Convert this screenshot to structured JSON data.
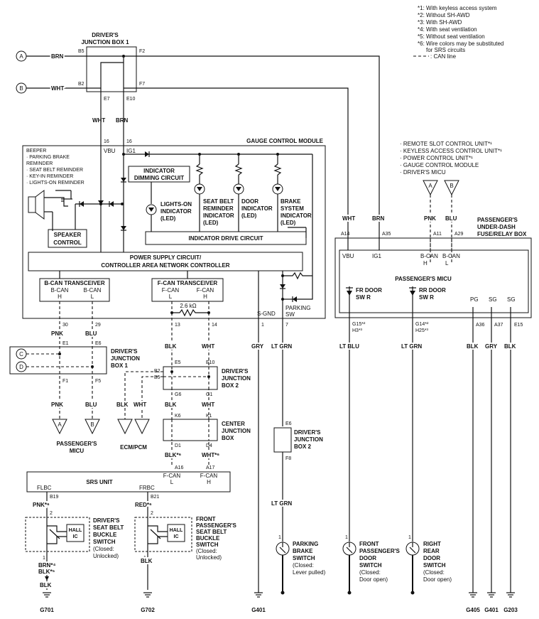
{
  "notes": [
    "*1: With keyless access system",
    "*2: Without SH-AWD",
    "*3: With SH-AWD",
    "*4: With seat ventilation",
    "*5: Without seat ventilation",
    "*6: Wire colors may be substituted",
    "for SRS circuits",
    ": CAN line"
  ],
  "connectors": {
    "a": "A",
    "b": "B",
    "c": "C",
    "d": "D"
  },
  "wire_colors": {
    "brn": "BRN",
    "wht": "WHT",
    "pnk": "PNK",
    "blu": "BLU",
    "blk": "BLK",
    "gry": "GRY",
    "lt_grn": "LT GRN",
    "lt_blu": "LT BLU"
  },
  "djb1": {
    "title": [
      "DRIVER'S",
      "JUNCTION BOX 1"
    ],
    "pins": {
      "b5": "B5",
      "f2": "F2",
      "b2": "B2",
      "f7": "F7",
      "e7": "E7",
      "e10": "E10"
    }
  },
  "gcm": {
    "title": "GAUGE CONTROL MODULE",
    "pins": {
      "p16a": "16",
      "p16b": "16",
      "vbu": "VBU",
      "ig1": "IG1",
      "p30": "30",
      "p29": "29",
      "p13": "13",
      "p14": "14",
      "p1": "1",
      "p7": "7",
      "sgnd": "S-GND"
    },
    "beeper": [
      "BEEPER",
      "· PARKING BRAKE",
      "REMINDER",
      "· SEAT BELT REMINDER",
      "· KEY-IN REMINDER",
      "· LIGHTS-ON REMINDER"
    ],
    "speaker_control": [
      "SPEAKER",
      "CONTROL"
    ],
    "dimming": [
      "INDICATOR",
      "DIMMING CIRCUIT"
    ],
    "lights_on": [
      "LIGHTS-ON",
      "INDICATOR",
      "(LED)"
    ],
    "seat_belt": [
      "SEAT BELT",
      "REMINDER",
      "INDICATOR",
      "(LED)"
    ],
    "door": [
      "DOOR",
      "INDICATOR",
      "(LED)"
    ],
    "brake": [
      "BRAKE",
      "SYSTEM",
      "INDICATOR",
      "(LED)"
    ],
    "drive_circuit": "INDICATOR DRIVE CIRCUIT",
    "power_supply": [
      "POWER SUPPLY CIRCUIT/",
      "CONTROLLER AREA NETWORK CONTROLLER"
    ],
    "bcan_title": "B-CAN TRANSCEIVER",
    "bcan_h": [
      "B-CAN",
      "H"
    ],
    "bcan_l": [
      "B-CAN",
      "L"
    ],
    "fcan_title": "F-CAN TRANSCEIVER",
    "fcan_l": [
      "F-CAN",
      "L"
    ],
    "fcan_h": [
      "F-CAN",
      "H"
    ],
    "resistor": "2.6 kΩ",
    "parking_sw": [
      "PARKING",
      "SW"
    ]
  },
  "djb1_lower": {
    "title": [
      "DRIVER'S",
      "JUNCTION",
      "BOX 1"
    ],
    "pins": {
      "e1": "E1",
      "e6": "E6",
      "f1": "F1",
      "f5": "F5"
    }
  },
  "passengers_micu_ref": [
    "PASSENGER'S",
    "MICU"
  ],
  "ecm_pcm": "ECM/PCM",
  "djb2": {
    "title": [
      "DRIVER'S",
      "JUNCTION",
      "BOX 2"
    ],
    "pins": {
      "e5": "E5",
      "e10": "E10",
      "b2": "B2",
      "b5": "B5",
      "g6": "G6",
      "g1": "G1"
    }
  },
  "cjb": {
    "title": [
      "CENTER",
      "JUNCTION",
      "BOX"
    ],
    "pins": {
      "k6": "K6",
      "k1": "K1",
      "d1": "D1",
      "d4": "D4"
    }
  },
  "blk6": "BLK*⁶",
  "wht6": "WHT*⁶",
  "srs": {
    "title": "SRS UNIT",
    "pins": {
      "a16": "A16",
      "a17": "A17",
      "flbc": "FLBC",
      "frbc": "FRBC",
      "b19": "B19",
      "b21": "B21"
    },
    "fcan_l": [
      "F-CAN",
      "L"
    ],
    "fcan_h": [
      "F-CAN",
      "H"
    ]
  },
  "djb2_parking": {
    "title": [
      "DRIVER'S",
      "JUNCTION",
      "BOX 2"
    ],
    "pins": {
      "e6": "E6",
      "f8": "F8"
    }
  },
  "driver_buckle": {
    "wire_top": "PNK*⁶",
    "pin2": "2",
    "pin1": "1",
    "hall": [
      "HALL",
      "IC"
    ],
    "label": [
      "DRIVER'S",
      "SEAT BELT",
      "BUCKLE",
      "SWITCH",
      "(Closed:",
      "Unlocked)"
    ],
    "wire_bottom": [
      "BRN*⁴",
      "BLK*⁵"
    ],
    "ground_wire": "BLK",
    "ground": "G701"
  },
  "pass_buckle": {
    "wire_top": "RED*⁶",
    "pin2": "2",
    "pin1": "1",
    "hall": [
      "HALL",
      "IC"
    ],
    "label": [
      "FRONT",
      "PASSENGER'S",
      "SEAT BELT",
      "BUCKLE",
      "SWITCH",
      "(Closed:",
      "Unlocked)"
    ],
    "ground_wire": "BLK",
    "ground": "G702"
  },
  "gcm_ground": "G401",
  "parking_brake_switch": {
    "pin": "1",
    "label": [
      "PARKING",
      "BRAKE",
      "SWITCH",
      "(Closed:",
      "Lever pulled)"
    ]
  },
  "pudfrb": {
    "title": [
      "PASSENGER'S",
      "UNDER-DASH",
      "FUSE/RELAY BOX"
    ],
    "micu": "PASSENGER'S MICU",
    "pins": {
      "a14": "A14",
      "a35": "A35",
      "a11": "A11",
      "a29": "A29",
      "vbu": "VBU",
      "ig1": "IG1",
      "a36": "A36",
      "a37": "A37",
      "e15": "E15",
      "pg": "PG",
      "sg1": "SG",
      "sg2": "SG",
      "g15": "G15*²",
      "h3": "H3*³",
      "g14": "G14*²",
      "h25": "H25*³"
    },
    "bcan_h": [
      "B-CAN",
      "H"
    ],
    "bcan_l": [
      "B-CAN",
      "L"
    ],
    "fr_door": [
      "FR DOOR",
      "SW R"
    ],
    "rr_door": [
      "RR DOOR",
      "SW R"
    ]
  },
  "can_units": [
    "· REMOTE SLOT CONTROL UNIT*¹",
    "· KEYLESS ACCESS CONTROL UNIT*¹",
    "· POWER CONTROL UNIT*¹",
    "· GAUGE CONTROL MODULE",
    "· DRIVER'S MICU"
  ],
  "front_door_switch": {
    "pin": "1",
    "label": [
      "FRONT",
      "PASSENGER'S",
      "DOOR",
      "SWITCH",
      "(Closed:",
      "Door open)"
    ]
  },
  "rear_door_switch": {
    "pin": "1",
    "label": [
      "RIGHT",
      "REAR",
      "DOOR",
      "SWITCH",
      "(Closed:",
      "Door open)"
    ]
  },
  "grounds_right": {
    "g405": "G405",
    "g401": "G401",
    "g203": "G203"
  }
}
